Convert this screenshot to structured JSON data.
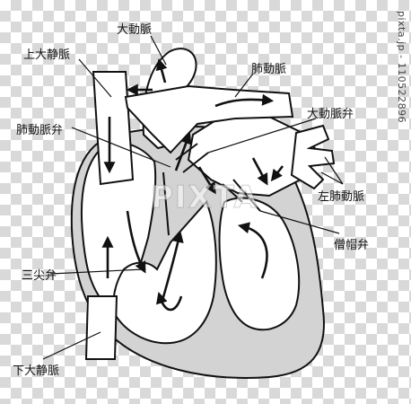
{
  "labels": {
    "aorta": "大動脈",
    "superior_vena_cava": "上大静脈",
    "pulmonary_artery": "肺動脈",
    "pulmonary_valve": "肺動脈弁",
    "aortic_valve": "大動脈弁",
    "pulmonary_vein": "左肺動脈",
    "mitral_valve": "僧帽弁",
    "tricuspid_valve": "三尖弁",
    "inferior_vena_cava": "下大静脈"
  },
  "watermark": "pixta.jp - 110522896",
  "watermark_center": "PIXTA",
  "colors": {
    "outline": "#111111",
    "chamber_fill": "#ffffff",
    "wall_fill": "#d3d3d3",
    "arrow": "#111111"
  }
}
